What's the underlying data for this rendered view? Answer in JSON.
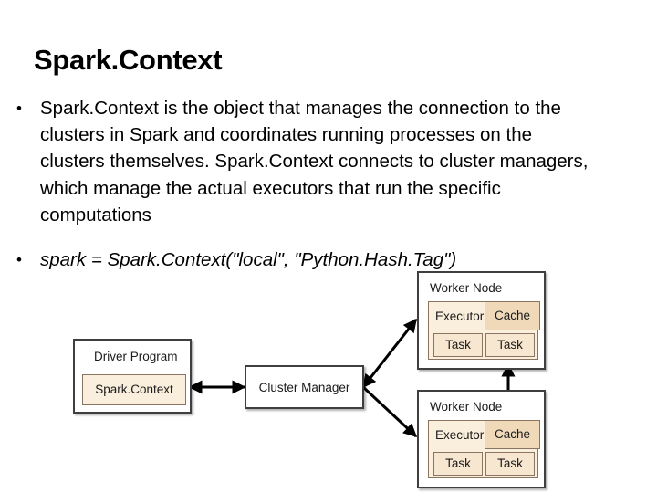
{
  "slide": {
    "title": "Spark.Context",
    "bullet_marker": "•",
    "bullets": [
      {
        "text": "Spark.Context is the object that manages the connection to the clusters in Spark and coordinates running processes on the clusters themselves. Spark.Context connects to cluster managers, which manage the actual executors that run the specific computations",
        "style": "normal"
      },
      {
        "text": "spark = Spark.Context(\"local\", \"Python.Hash.Tag\")",
        "style": "italic"
      }
    ]
  },
  "diagram": {
    "driver": {
      "label": "Driver Program",
      "context_box": "Spark.Context"
    },
    "cluster_manager": {
      "label": "Cluster Manager"
    },
    "workers": [
      {
        "label": "Worker Node",
        "executor": "Executor",
        "cache": "Cache",
        "tasks": [
          "Task",
          "Task"
        ]
      },
      {
        "label": "Worker Node",
        "executor": "Executor",
        "cache": "Cache",
        "tasks": [
          "Task",
          "Task"
        ]
      }
    ],
    "connectors": [
      "driver-to-cluster-manager",
      "cluster-manager-to-worker-node-1",
      "cluster-manager-to-worker-node-2",
      "worker-node-1-to-worker-node-2"
    ],
    "colors": {
      "box_fill": "#ffffff",
      "box_border": "#3f3f3f",
      "executor_fill": "#faeedc",
      "cache_fill": "#efd9b9",
      "task_fill": "#f7e7d0",
      "tan_border": "#8a7560",
      "arrow": "#000000"
    }
  }
}
